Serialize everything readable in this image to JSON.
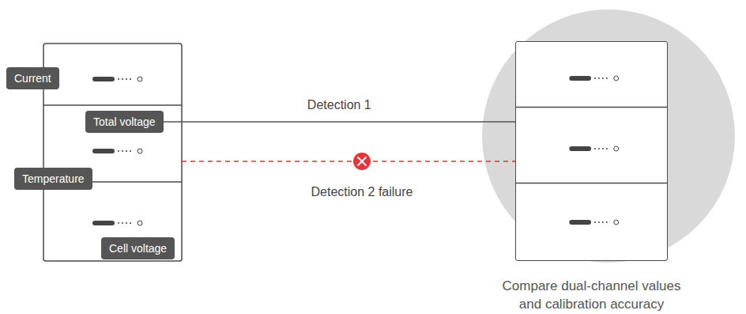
{
  "diagram": {
    "nodes": [
      {
        "text": [
          "Current"
        ]
      },
      {
        "text": [
          "Total voltage"
        ]
      },
      {
        "text": [
          "Temperature"
        ]
      },
      {
        "text": [
          "Cell voltage"
        ]
      },
      {
        "text": [
          "Compare dual-channel values and calibration accuracy"
        ]
      }
    ],
    "edges": [
      {
        "from": 1,
        "to": 4,
        "label": "Detection 1",
        "arrow": "none"
      }
    ],
    "labels": [
      "Detection 2 failure"
    ]
  }
}
